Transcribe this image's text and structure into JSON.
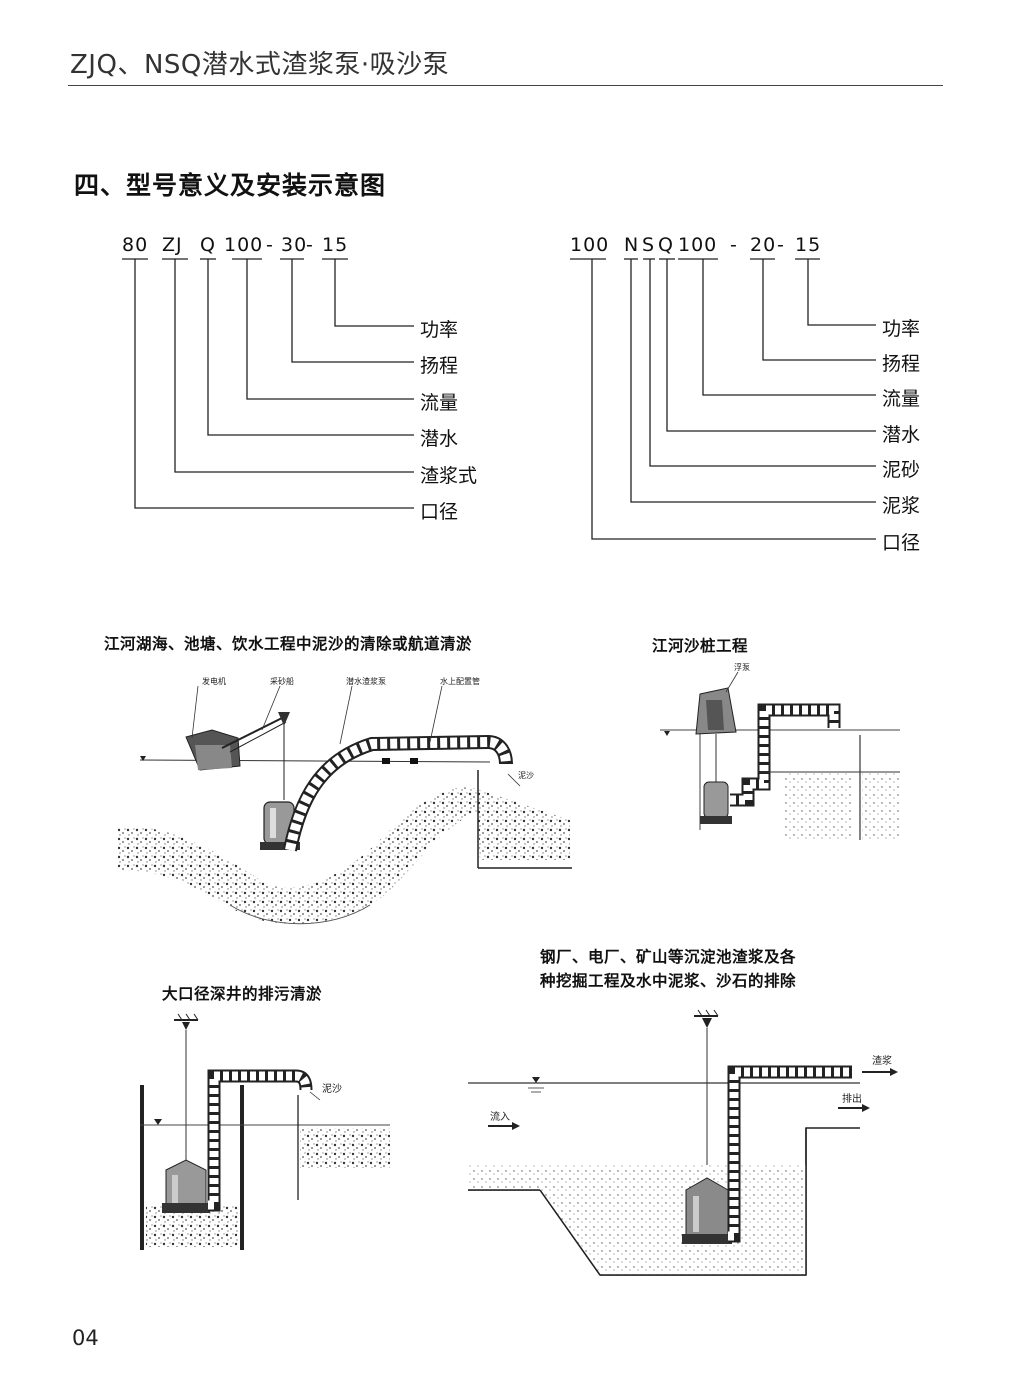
{
  "header": {
    "title": "ZJQ、NSQ潜水式渣浆泵·吸沙泵"
  },
  "section": {
    "title": "四、型号意义及安装示意图"
  },
  "model_zjq": {
    "parts": [
      "80",
      "ZJ",
      "Q",
      "100",
      "30",
      "15"
    ],
    "seps": [
      "-",
      "-"
    ],
    "labels": [
      "功率",
      "扬程",
      "流量",
      "潜水",
      "渣浆式",
      "口径"
    ]
  },
  "model_nsq": {
    "parts": [
      "100",
      "N",
      "S",
      "Q",
      "100",
      "20",
      "15"
    ],
    "seps": [
      "-",
      "-"
    ],
    "labels": [
      "功率",
      "扬程",
      "流量",
      "潜水",
      "泥砂",
      "泥浆",
      "口径"
    ]
  },
  "diagrams": {
    "river": {
      "caption": "江河湖海、池塘、饮水工程中泥沙的清除或航道清淤",
      "tags": [
        "发电机",
        "采砂船",
        "潜水渣浆泵",
        "水上配置管"
      ],
      "mud": "泥沙"
    },
    "pile": {
      "caption": "江河沙桩工程",
      "tag": "浮泵"
    },
    "well": {
      "caption": "大口径深井的排污清淤",
      "mud": "泥沙"
    },
    "pond": {
      "caption_line1": "钢厂、电厂、矿山等沉淀池渣浆及各",
      "caption_line2": "种挖掘工程及水中泥浆、沙石的排除",
      "slurry": "渣浆",
      "out": "排出",
      "in": "流入"
    }
  },
  "page": {
    "number": "04"
  }
}
